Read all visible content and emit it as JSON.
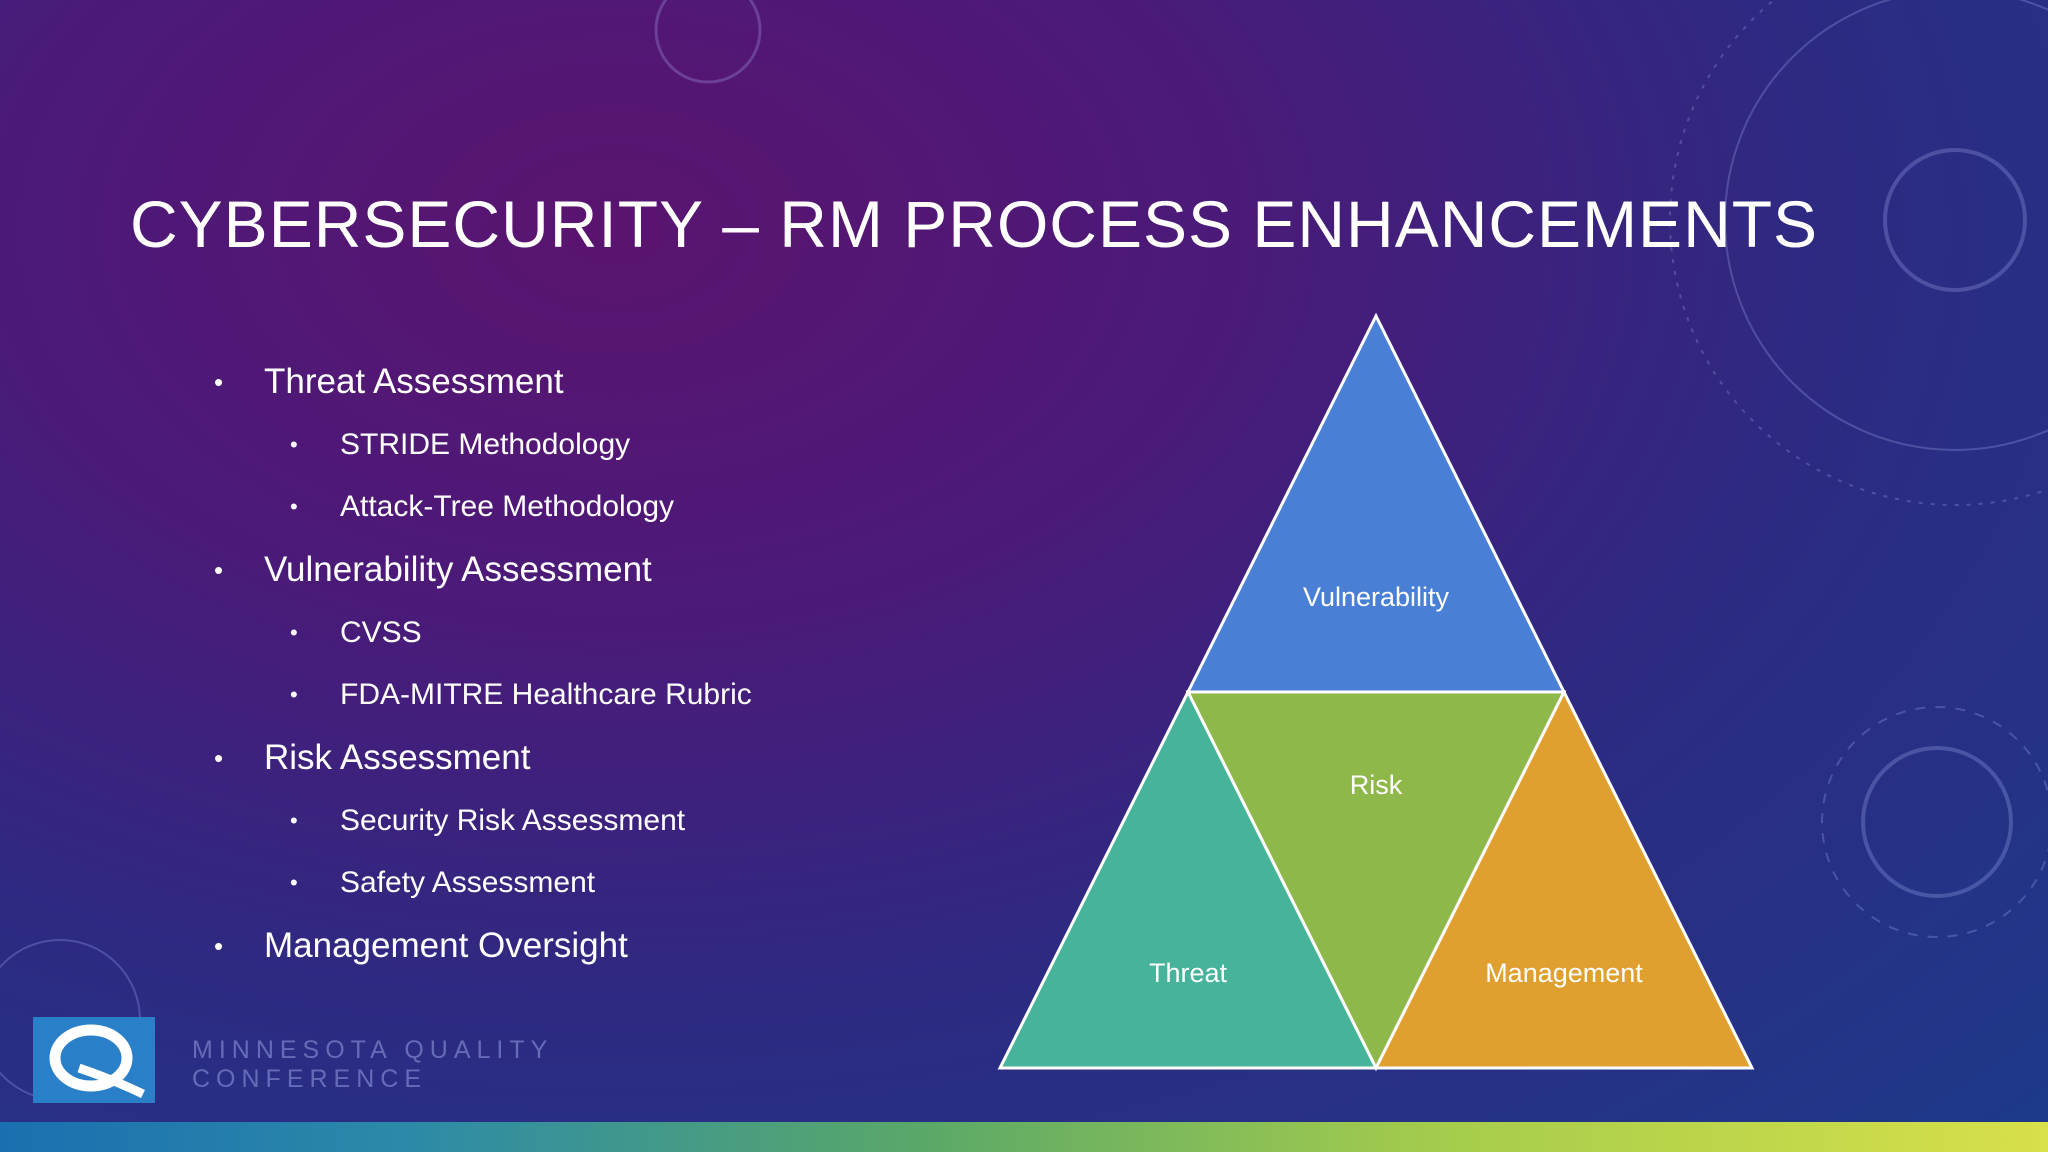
{
  "slide": {
    "title": "CYBERSECURITY – RM PROCESS ENHANCEMENTS"
  },
  "bullets": [
    {
      "level": 1,
      "text": "Threat Assessment"
    },
    {
      "level": 2,
      "text": "STRIDE Methodology"
    },
    {
      "level": 2,
      "text": "Attack-Tree Methodology"
    },
    {
      "level": 1,
      "text": "Vulnerability Assessment"
    },
    {
      "level": 2,
      "text": "CVSS"
    },
    {
      "level": 2,
      "text": "FDA-MITRE Healthcare Rubric"
    },
    {
      "level": 1,
      "text": "Risk Assessment"
    },
    {
      "level": 2,
      "text": "Security Risk Assessment"
    },
    {
      "level": 2,
      "text": "Safety Assessment"
    },
    {
      "level": 1,
      "text": "Management Oversight"
    }
  ],
  "diagram": {
    "top": {
      "label": "Vulnerability",
      "color": "#4a7fd6"
    },
    "center": {
      "label": "Risk",
      "color": "#8fb84a"
    },
    "left": {
      "label": "Threat",
      "color": "#46b39a"
    },
    "right": {
      "label": "Management",
      "color": "#e0a030"
    }
  },
  "branding": {
    "org_name": "MINNESOTA QUALITY\nCONFERENCE",
    "logo_letter": "Q",
    "bar_colors": [
      "#1a6fb0",
      "#a4cc4c",
      "#d8e04a"
    ]
  },
  "decoration_numbers": [
    "210",
    "200",
    "190",
    "180",
    "160",
    "150",
    "140",
    "130",
    "120",
    "110",
    "100",
    "90",
    "80"
  ]
}
